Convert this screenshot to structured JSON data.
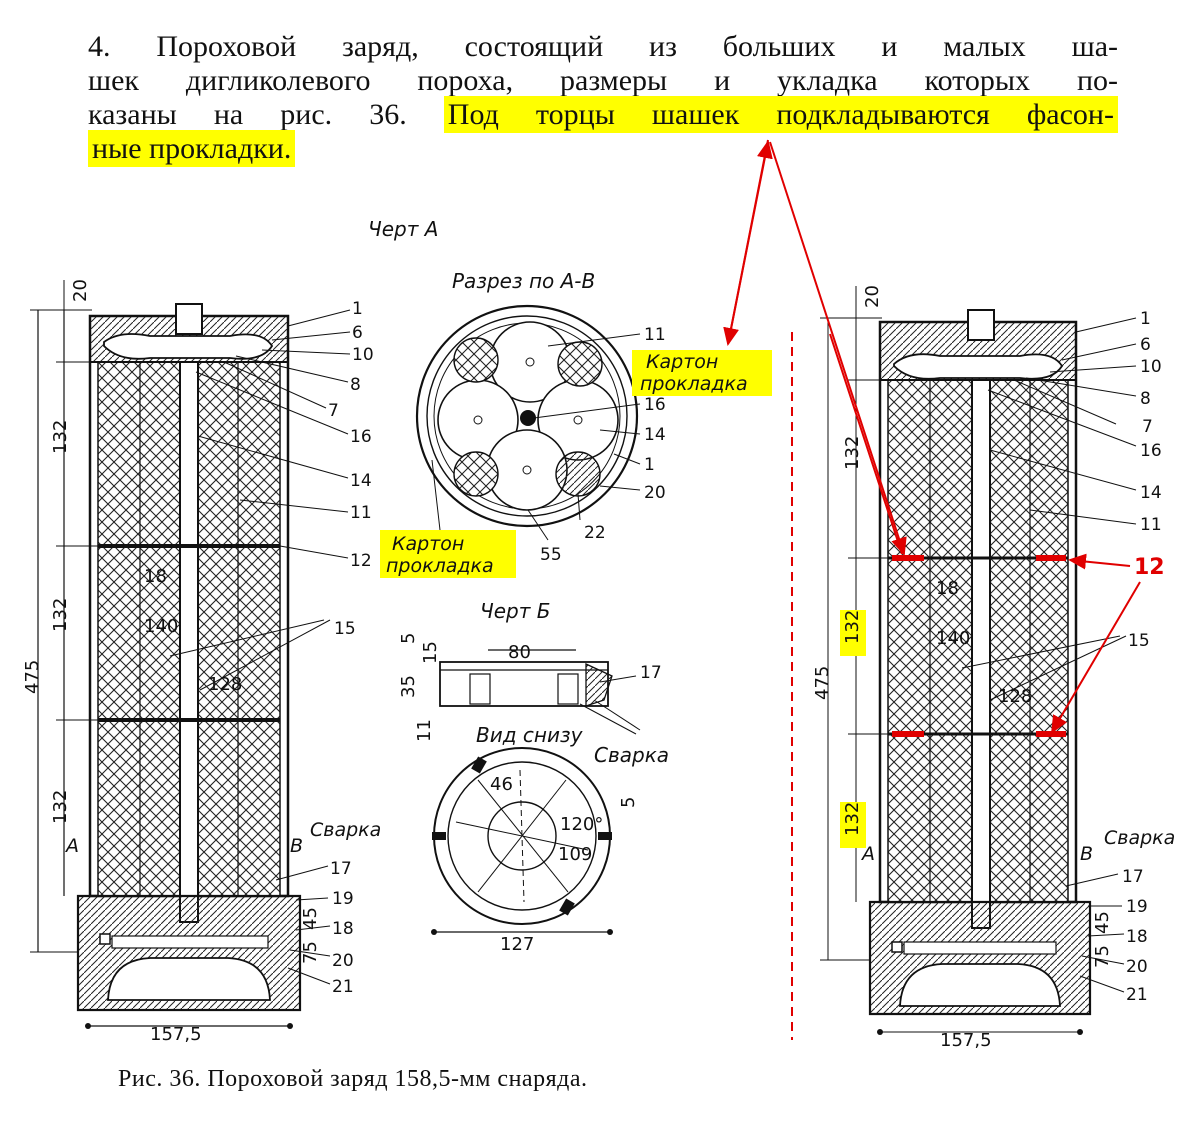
{
  "paragraph": {
    "line1": "4. Пороховой заряд, состоящий из больших и малых ша-",
    "line2": "шек дигликолевого пороха, размеры и укладка которых по-",
    "line3_plain": "казаны на рис. 36. ",
    "line3_hl": "Под торцы шашек подкладываются фасон-",
    "line4_hl": "ные прокладки."
  },
  "caption": "Рис. 36. Пороховой заряд 158,5-мм снаряда.",
  "drawing": {
    "chert_a": "Черт А",
    "section_title": "Разрез по А-В",
    "chert_b": "Черт Б",
    "bottom_view": "Вид снизу",
    "welding": "Сварка",
    "annot_karton_1": [
      "Картон",
      "прокладка"
    ],
    "annot_karton_2": [
      "Картон",
      "прокладка"
    ],
    "annot_12": "12",
    "part_numbers": {
      "n1": "1",
      "n6": "6",
      "n10": "10",
      "n8": "8",
      "n7": "7",
      "n16": "16",
      "n14": "14",
      "n11": "11",
      "n12": "12",
      "n15": "15",
      "n17": "17",
      "n19": "19",
      "n18": "18",
      "n20": "20",
      "n21": "21",
      "n22": "22",
      "n55": "55"
    },
    "dims": {
      "d20": "20",
      "d132": "132",
      "d475": "475",
      "d18": "18",
      "d140": "140",
      "d128": "128",
      "d45": "45",
      "d75": "75",
      "d1575": "157,5",
      "d80": "80",
      "d5": "5",
      "d15": "15",
      "d35": "35",
      "d11": "11",
      "d46": "46",
      "d120": "120°",
      "d109": "109",
      "d127": "127",
      "sec_A": "А",
      "sec_B": "В"
    },
    "colors": {
      "highlight": "#ffff00",
      "annotation_red": "#e00000"
    }
  }
}
